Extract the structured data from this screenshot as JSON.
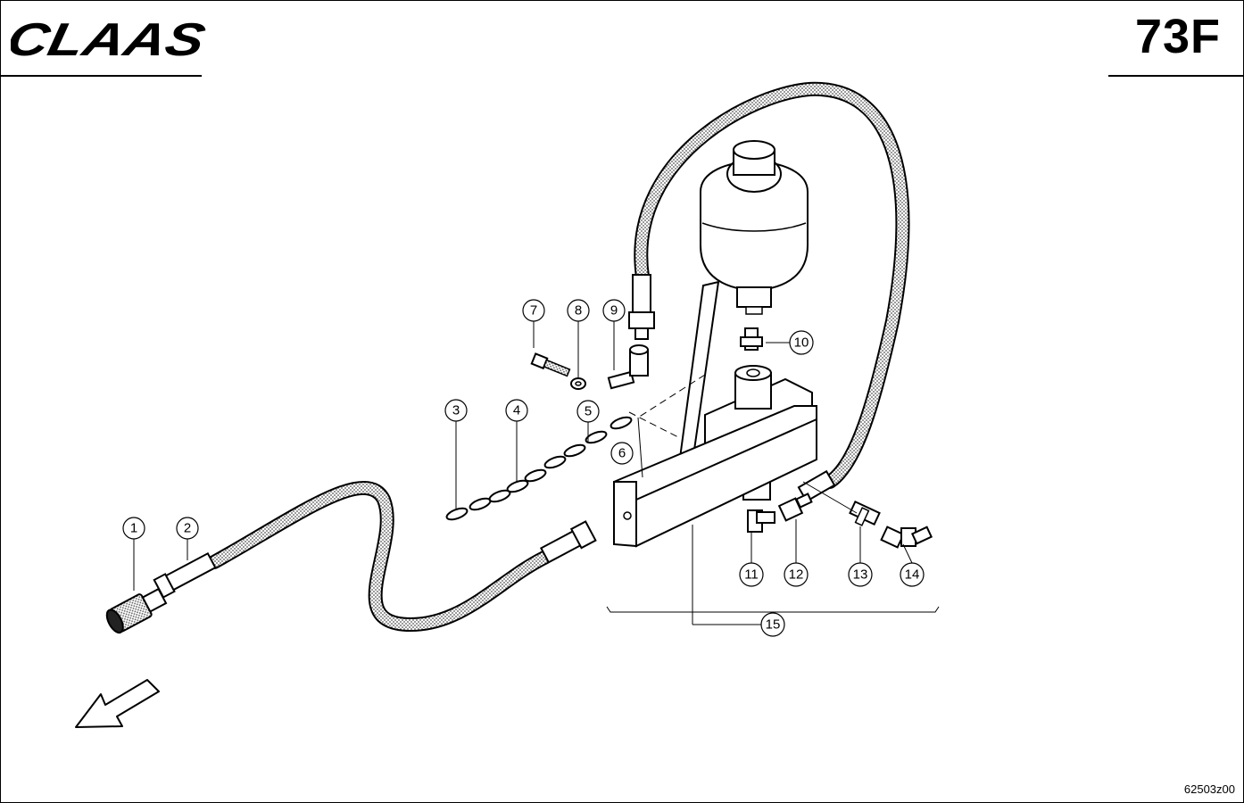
{
  "header": {
    "brand": "CLAAS",
    "page_code": "73F"
  },
  "footer": {
    "drawing_id": "62503z00"
  },
  "callouts": [
    "1",
    "2",
    "3",
    "4",
    "5",
    "6",
    "7",
    "8",
    "9",
    "10",
    "11",
    "12",
    "13",
    "14",
    "15"
  ],
  "colors": {
    "line": "#000000",
    "background": "#ffffff",
    "hose_fill": "#cfcfcf"
  },
  "icons": {
    "direction": "arrow-icon"
  }
}
